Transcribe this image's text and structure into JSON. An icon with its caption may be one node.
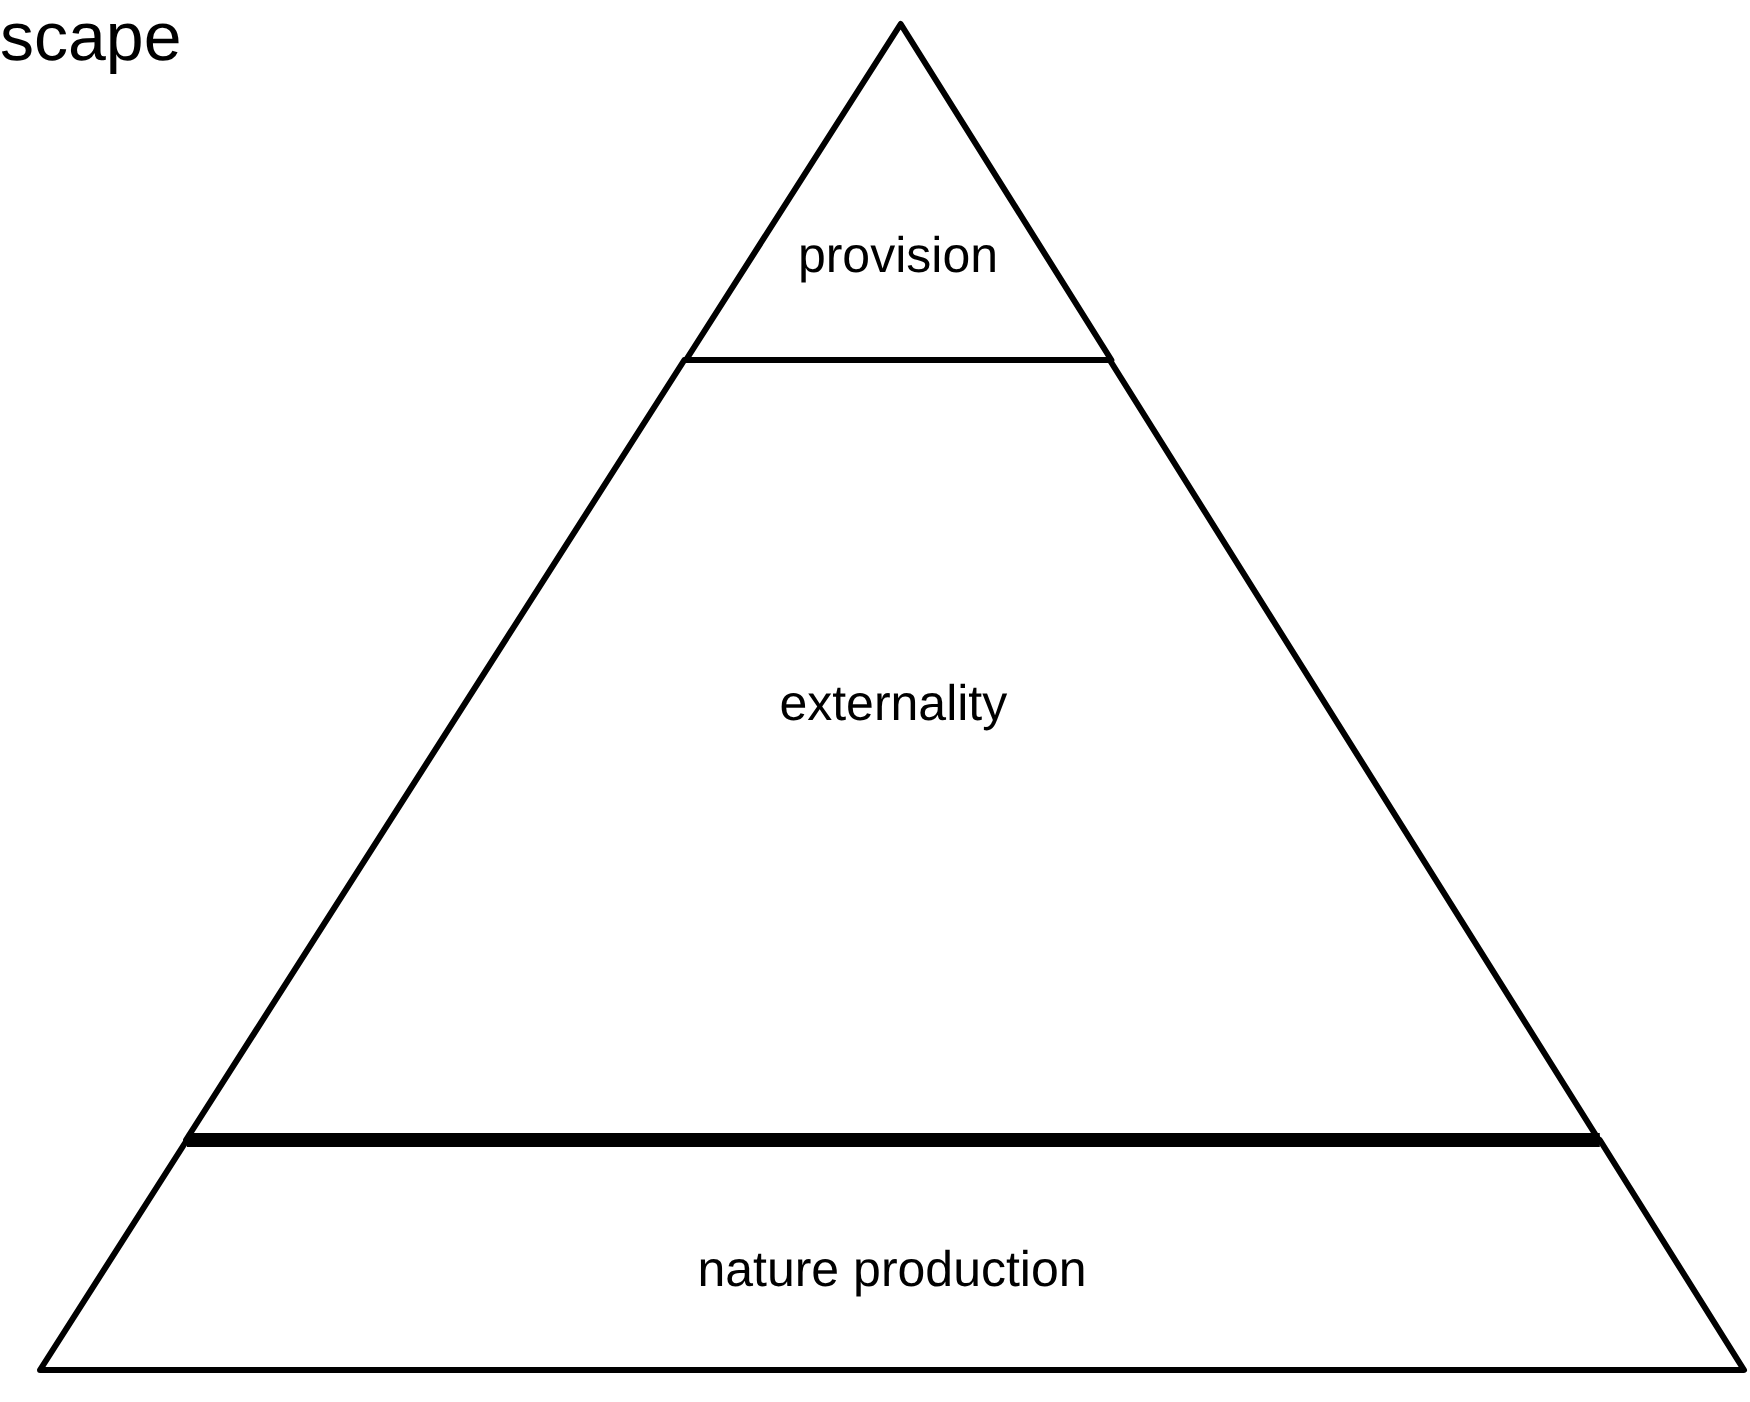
{
  "diagram": {
    "nodes": [
      {
        "text": [
          "provision"
        ]
      },
      {
        "text": [
          "externality"
        ]
      },
      {
        "text": [
          "nature production"
        ]
      }
    ],
    "labels": [
      "scape"
    ]
  }
}
